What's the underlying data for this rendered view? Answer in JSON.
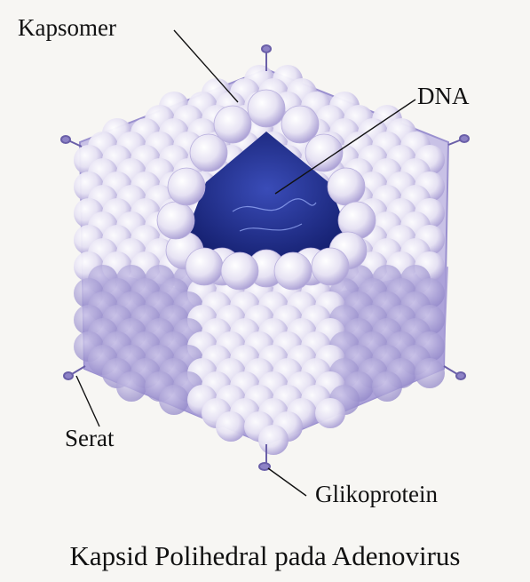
{
  "labels": {
    "kapsomer": "Kapsomer",
    "dna": "DNA",
    "serat": "Serat",
    "glikoprotein": "Glikoprotein"
  },
  "caption": "Kapsid Polihedral pada Adenovirus",
  "colors": {
    "background": "#f7f6f3",
    "capsomer_fill": "#ebe8f5",
    "capsomer_shade": "#b9b0dd",
    "face_dark": "#8f84c8",
    "dna_core": "#1f2d8f",
    "line": "#111111"
  }
}
